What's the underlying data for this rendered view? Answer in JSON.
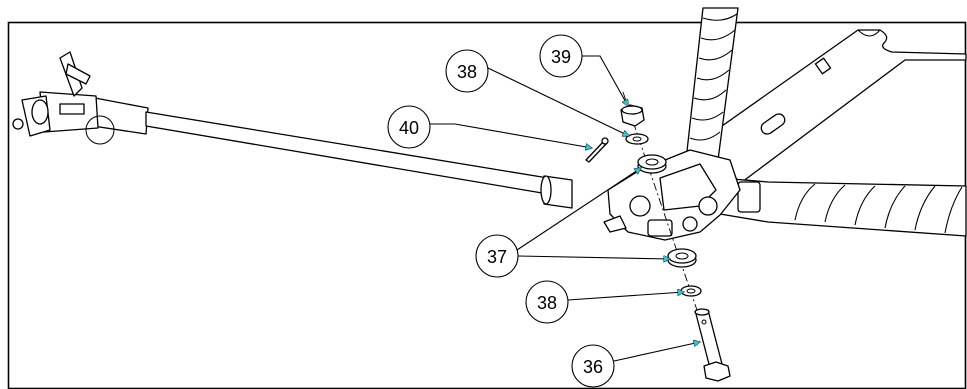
{
  "callouts": [
    {
      "label": "38"
    },
    {
      "label": "39"
    },
    {
      "label": "40"
    },
    {
      "label": "37"
    },
    {
      "label": "38"
    },
    {
      "label": "36"
    }
  ],
  "colors": {
    "leader_arrow": "#2ec4d4",
    "line": "#000000",
    "background": "#ffffff"
  }
}
